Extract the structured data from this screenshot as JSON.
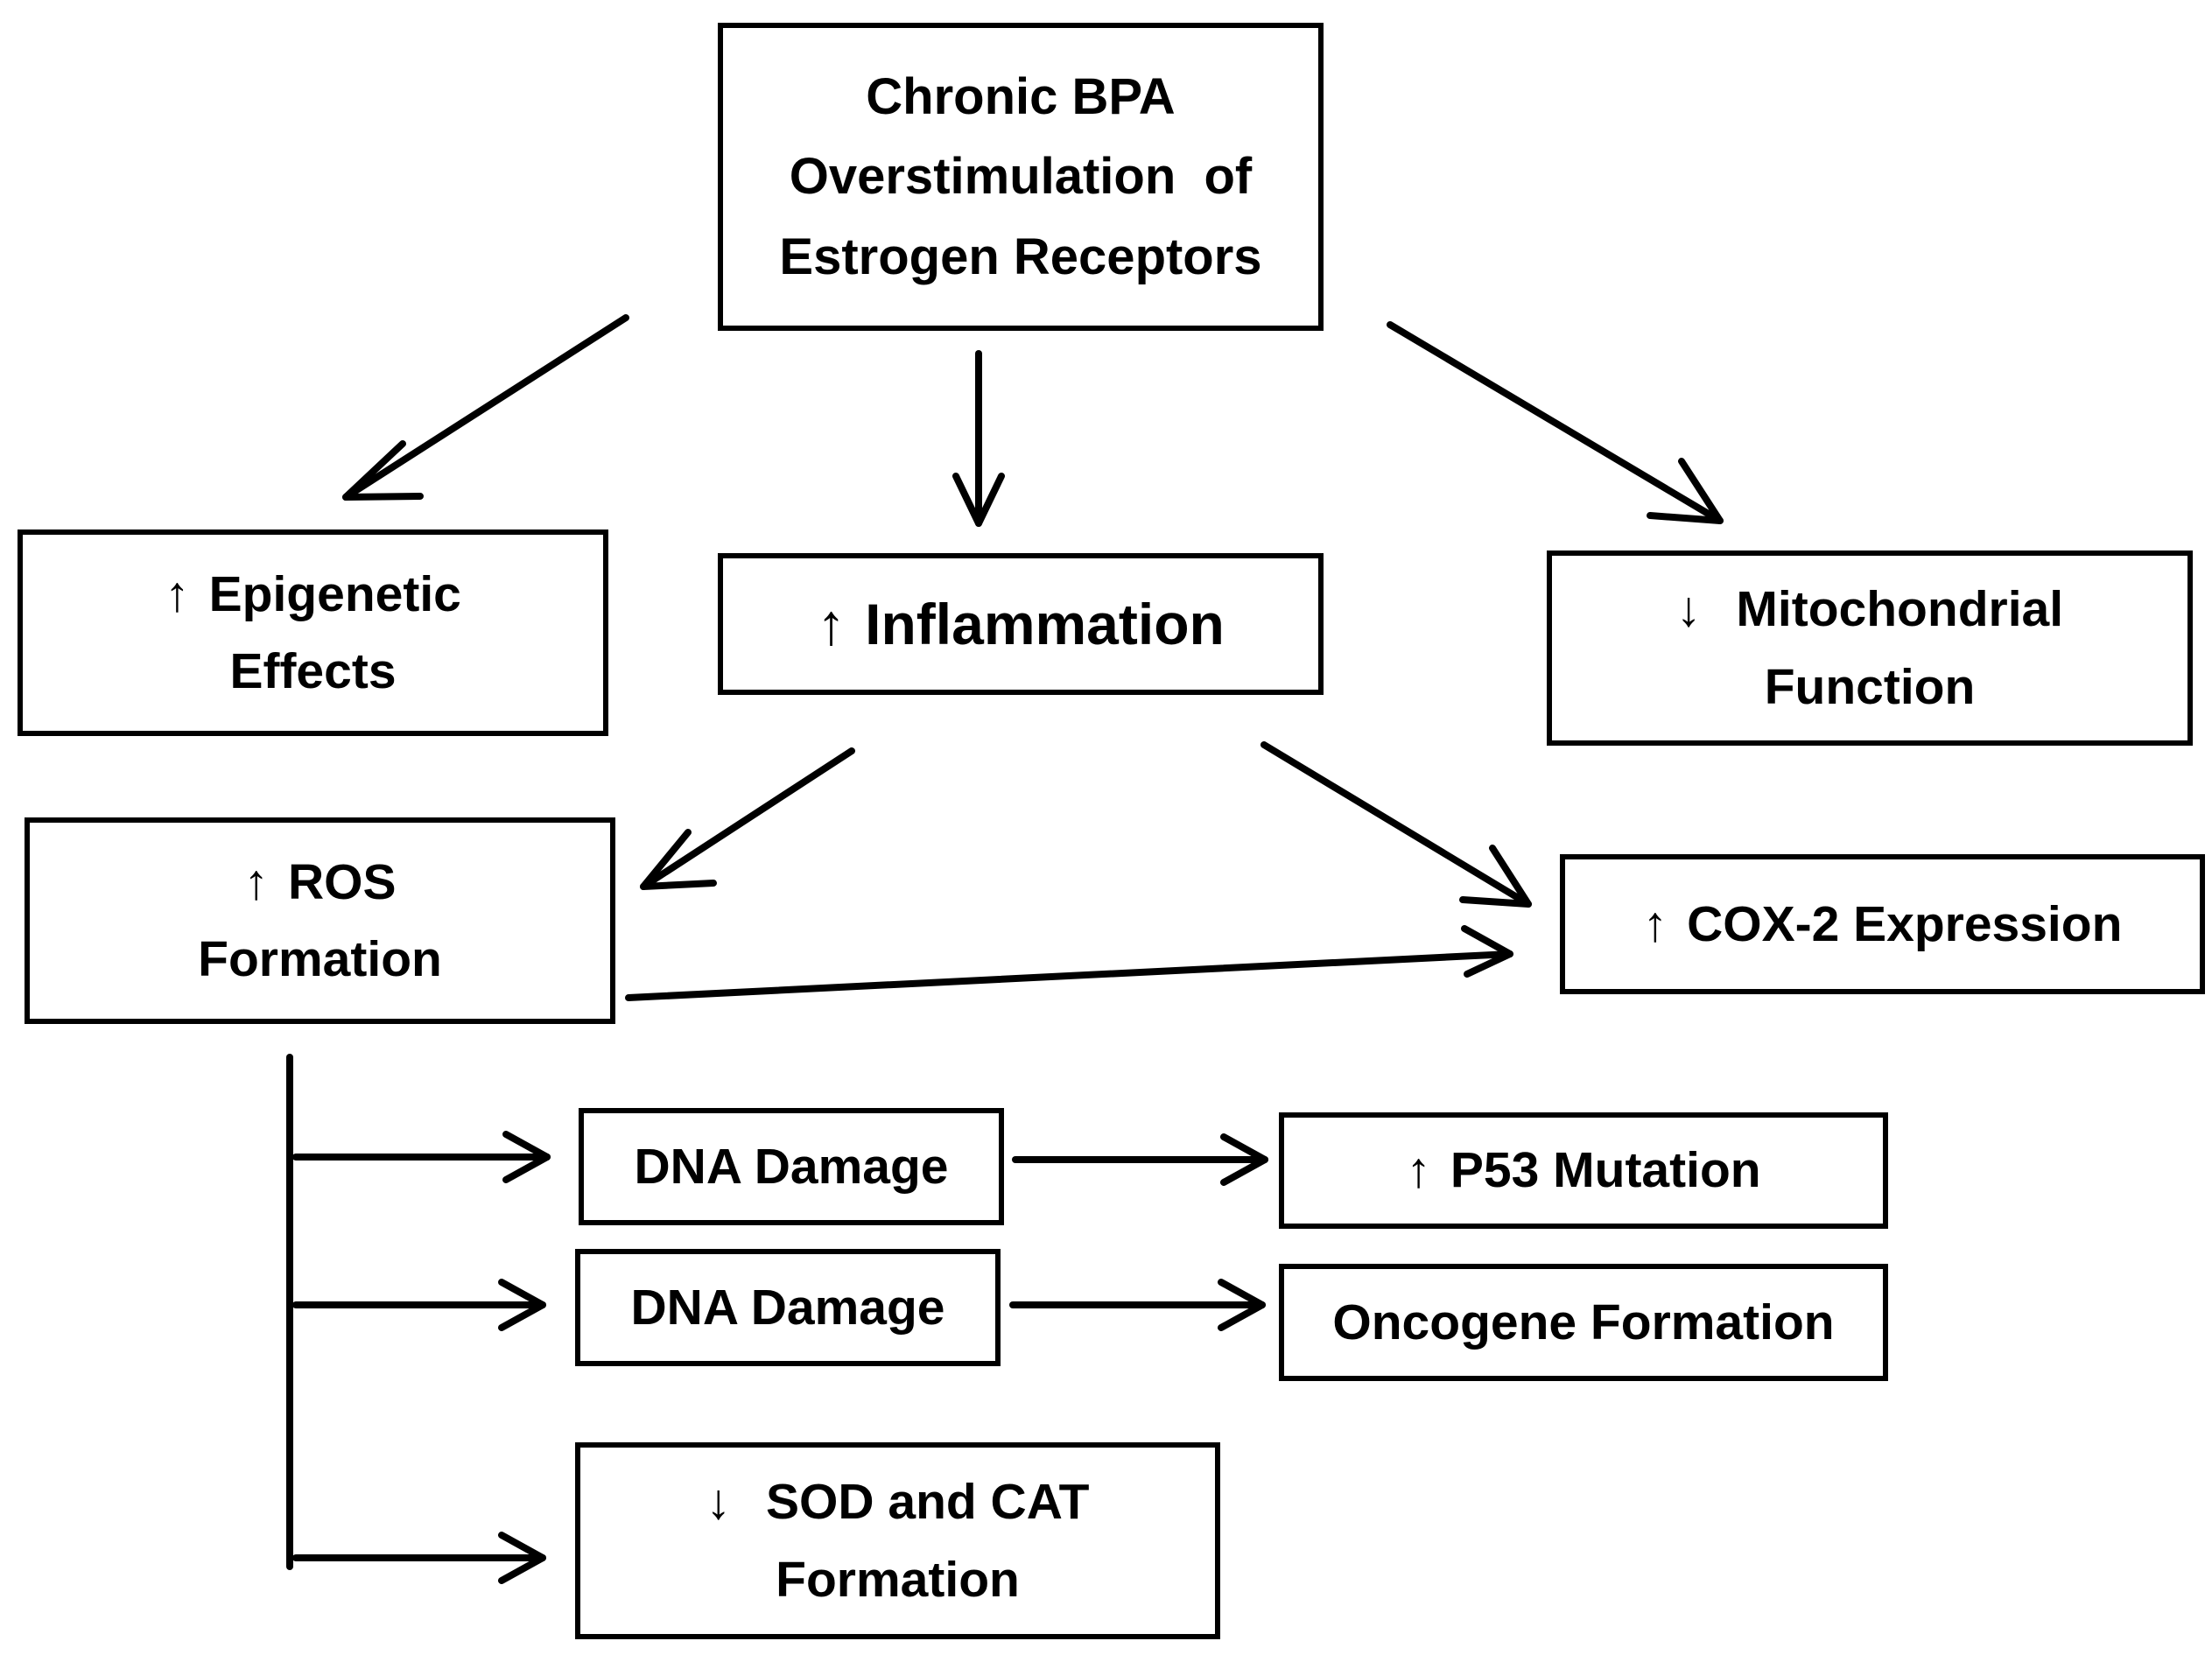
{
  "diagram": {
    "nodes": {
      "source": {
        "lines": [
          "Chronic BPA",
          "Overstimulation  of",
          "Estrogen Receptors"
        ]
      },
      "epigenetic": {
        "symbol": "↑",
        "lines": [
          "Epigenetic",
          "Effects"
        ]
      },
      "inflammation": {
        "symbol": "↑",
        "lines": [
          "Inflammation"
        ]
      },
      "mitochondrial": {
        "symbol": "↓",
        "lines": [
          "Mitochondrial",
          "Function"
        ]
      },
      "ros": {
        "symbol": "↑",
        "lines": [
          "ROS",
          "Formation"
        ]
      },
      "cox2": {
        "symbol": "↑",
        "lines": [
          "COX-2 Expression"
        ]
      },
      "dna_damage_1": {
        "lines": [
          "DNA Damage"
        ]
      },
      "p53": {
        "symbol": "↑",
        "lines": [
          "P53 Mutation"
        ]
      },
      "dna_damage_2": {
        "lines": [
          "DNA Damage"
        ]
      },
      "oncogene": {
        "lines": [
          "Oncogene Formation"
        ]
      },
      "sod_cat": {
        "symbol": "↓",
        "lines": [
          "SOD and CAT",
          "Formation"
        ]
      }
    },
    "edges": [
      {
        "from": "source",
        "to": "epigenetic"
      },
      {
        "from": "source",
        "to": "inflammation"
      },
      {
        "from": "source",
        "to": "mitochondrial"
      },
      {
        "from": "inflammation",
        "to": "ros"
      },
      {
        "from": "inflammation",
        "to": "cox2"
      },
      {
        "from": "ros",
        "to": "cox2"
      },
      {
        "from": "ros",
        "to": "dna_damage_1"
      },
      {
        "from": "ros",
        "to": "dna_damage_2"
      },
      {
        "from": "ros",
        "to": "sod_cat"
      },
      {
        "from": "dna_damage_1",
        "to": "p53"
      },
      {
        "from": "dna_damage_2",
        "to": "oncogene"
      }
    ],
    "colors": {
      "stroke": "#000000",
      "background": "#ffffff"
    }
  }
}
